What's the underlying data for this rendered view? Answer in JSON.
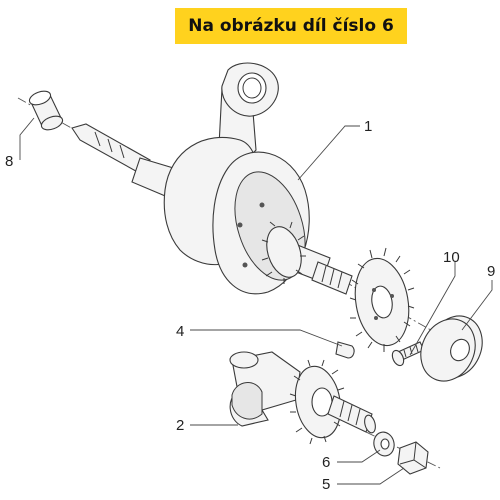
{
  "banner": {
    "text": "Na obrázku díl číslo 6",
    "color": "#ffd21e"
  },
  "callouts": {
    "c1": "1",
    "c2": "2",
    "c4": "4",
    "c5": "5",
    "c6": "6",
    "c8": "8",
    "c9": "9",
    "c10": "10"
  }
}
